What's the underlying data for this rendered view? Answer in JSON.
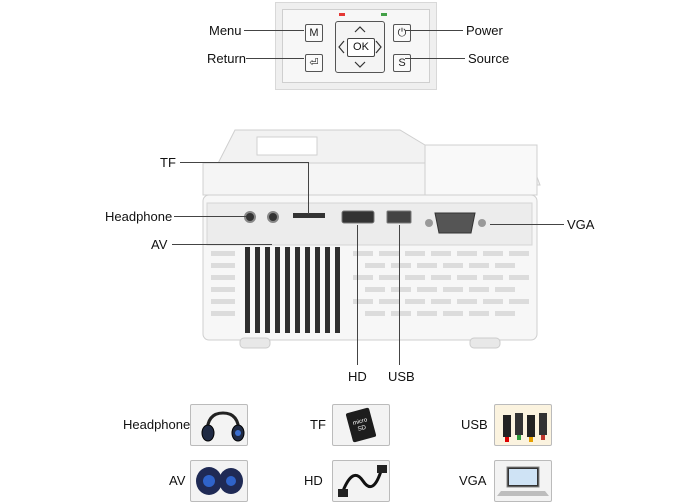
{
  "control_panel": {
    "keys": {
      "menu": "M",
      "ok": "OK",
      "power": "⏻",
      "return": "⏎",
      "source": "S"
    },
    "labels": {
      "menu": "Menu",
      "return": "Return",
      "power": "Power",
      "source": "Source"
    },
    "led_colors": {
      "left": "#e53935",
      "right": "#43a047"
    }
  },
  "projector": {
    "labels": {
      "tf": "TF",
      "headphone": "Headphone",
      "av": "AV",
      "vga": "VGA",
      "hd": "HD",
      "usb": "USB"
    }
  },
  "accessories": [
    {
      "label": "Headphone",
      "icon": "headphones-icon"
    },
    {
      "label": "TF",
      "icon": "micro-sd-card-icon",
      "card_text": "micro SD"
    },
    {
      "label": "USB",
      "icon": "usb-drives-icon"
    },
    {
      "label": "AV",
      "icon": "speakers-icon"
    },
    {
      "label": "HD",
      "icon": "hdmi-cable-icon"
    },
    {
      "label": "VGA",
      "icon": "laptop-icon"
    }
  ]
}
